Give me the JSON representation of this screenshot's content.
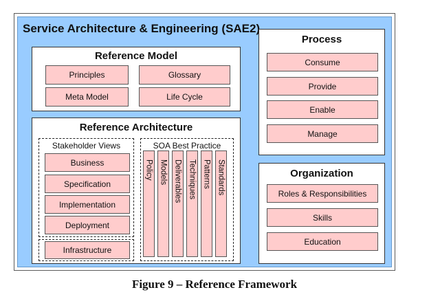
{
  "diagram": {
    "title": "Service Architecture & Engineering (SAE2)",
    "reference_model": {
      "title": "Reference Model",
      "items": [
        "Principles",
        "Glossary",
        "Meta Model",
        "Life Cycle"
      ]
    },
    "reference_architecture": {
      "title": "Reference Architecture",
      "stakeholder_views": {
        "title": "Stakeholder Views",
        "items": [
          "Business",
          "Specification",
          "Implementation",
          "Deployment"
        ]
      },
      "infrastructure": "Infrastructure",
      "soa_best_practice": {
        "title": "SOA Best Practice",
        "items": [
          "Policy",
          "Models",
          "Deliverables",
          "Techniques",
          "Patterns",
          "Standards"
        ]
      }
    },
    "process": {
      "title": "Process",
      "items": [
        "Consume",
        "Provide",
        "Enable",
        "Manage"
      ]
    },
    "organization": {
      "title": "Organization",
      "items": [
        "Roles & Responsibilities",
        "Skills",
        "Education"
      ]
    },
    "colors": {
      "background": "#99ccff",
      "box_fill": "#ffcccc",
      "panel_fill": "#ffffff"
    }
  },
  "caption": "Figure 9 – Reference Framework"
}
